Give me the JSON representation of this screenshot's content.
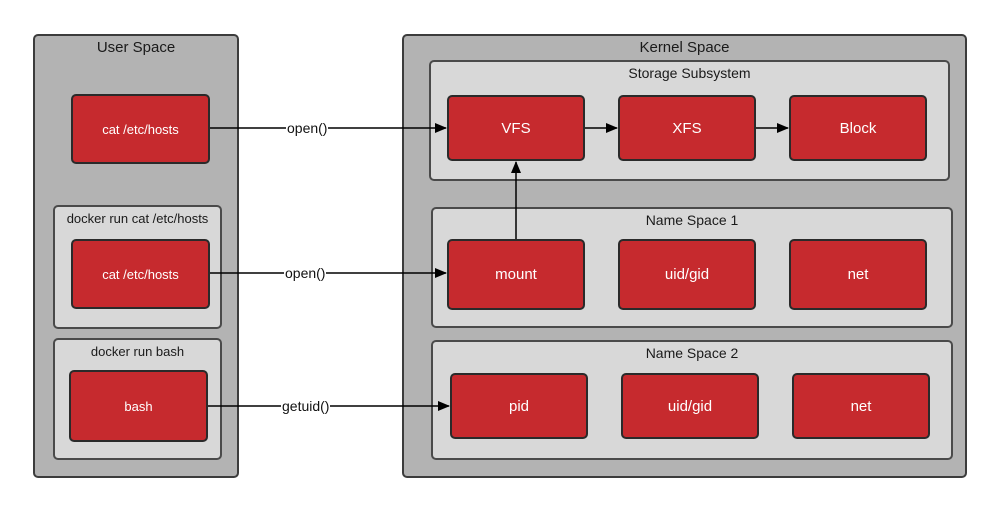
{
  "user_space": {
    "title": "User Space",
    "process_cat": "cat /etc/hosts",
    "docker_cat": {
      "title": "docker run cat /etc/hosts",
      "process": "cat /etc/hosts"
    },
    "docker_bash": {
      "title": "docker run bash",
      "process": "bash"
    }
  },
  "kernel_space": {
    "title": "Kernel Space",
    "storage": {
      "title": "Storage Subsystem",
      "items": [
        "VFS",
        "XFS",
        "Block"
      ]
    },
    "ns1": {
      "title": "Name Space 1",
      "items": [
        "mount",
        "uid/gid",
        "net"
      ]
    },
    "ns2": {
      "title": "Name Space 2",
      "items": [
        "pid",
        "uid/gid",
        "net"
      ]
    }
  },
  "calls": [
    "open()",
    "open()",
    "getuid()"
  ],
  "colors": {
    "box": "#c62a2e",
    "panel": "#b3b3b3",
    "group": "#d8d8d8"
  }
}
